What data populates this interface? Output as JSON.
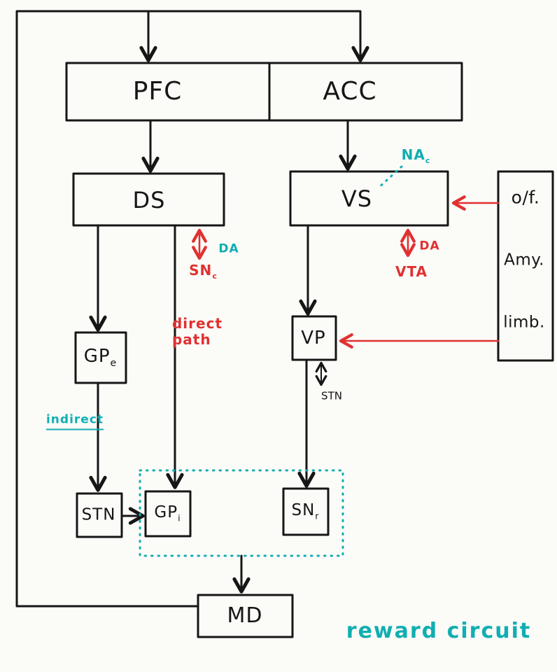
{
  "diagram": {
    "caption": "reward circuit",
    "colors": {
      "ink": "#161616",
      "accent_red": "#e03131",
      "accent_teal": "#10aeb2",
      "background": "#fbfbf8"
    },
    "nodes": {
      "pfc": "PFC",
      "acc": "ACC",
      "ds": "DS",
      "vs": "VS",
      "gpe_main": "GP",
      "gpe_sub": "e",
      "vp": "VP",
      "stn": "STN",
      "gpi_main": "GP",
      "gpi_sub": "i",
      "snr_main": "SN",
      "snr_sub": "r",
      "md": "MD"
    },
    "side_panel": {
      "item1": "o/f.",
      "item2": "Amy.",
      "item3": "limb."
    },
    "labels": {
      "nac_main": "NA",
      "nac_sub": "c",
      "da_left": "DA",
      "snc_main": "SN",
      "snc_sub": "c",
      "da_right": "DA",
      "vta": "VTA",
      "direct_line1": "direct",
      "direct_line2": "path",
      "indirect": "indirect",
      "stn_small": "STN"
    }
  }
}
